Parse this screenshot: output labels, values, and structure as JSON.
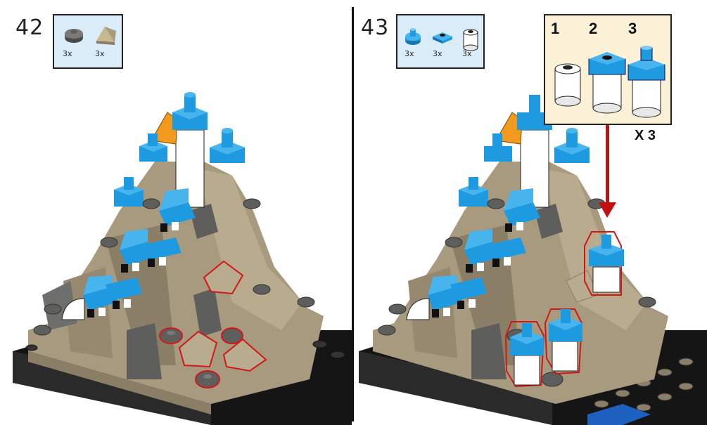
{
  "steps": [
    {
      "number": "42",
      "parts": [
        {
          "icon": "dark-gray-round-plate-icon",
          "count": "3x"
        },
        {
          "icon": "tan-slope-icon",
          "count": "3x"
        }
      ]
    },
    {
      "number": "43",
      "parts": [
        {
          "icon": "blue-round-plate-icon",
          "count": "3x"
        },
        {
          "icon": "blue-square-plate-icon",
          "count": "3x"
        },
        {
          "icon": "white-round-brick-icon",
          "count": "3x"
        }
      ],
      "subassembly": {
        "steps": [
          "1",
          "2",
          "3"
        ],
        "multiplier": "X 3"
      }
    }
  ],
  "colors": {
    "tan": "#a89a7e",
    "tan_dark": "#8b7e66",
    "dark_gray": "#5e5e5c",
    "blue": "#1e9be0",
    "white": "#ffffff",
    "orange": "#f29a1e",
    "black": "#151515",
    "highlight": "#d01818",
    "parts_bg": "#d9ecf8",
    "callout_bg": "#fbf1d6"
  }
}
